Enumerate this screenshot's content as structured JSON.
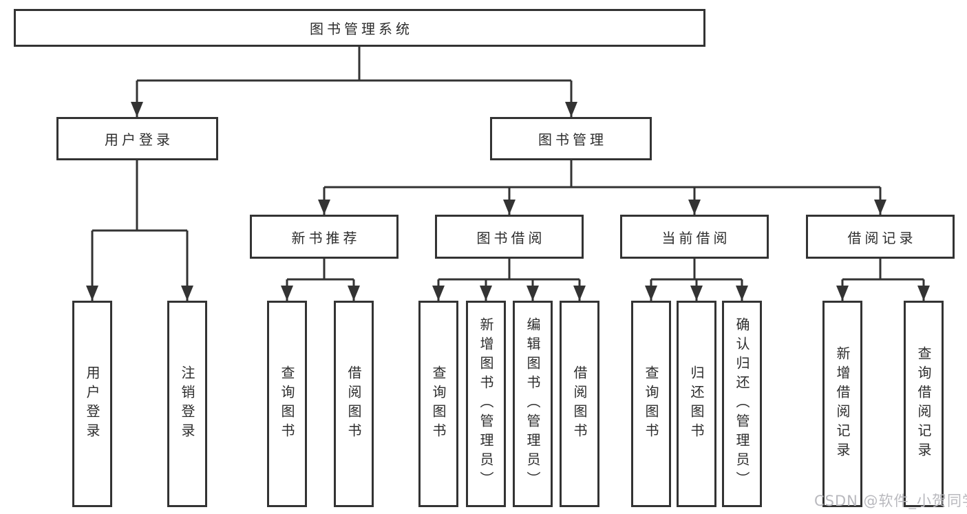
{
  "tree": {
    "label": "图书管理系统",
    "children": [
      {
        "label": "用户登录",
        "children": [
          {
            "label": "用户登录"
          },
          {
            "label": "注销登录"
          }
        ]
      },
      {
        "label": "图书管理",
        "children": [
          {
            "label": "新书推荐",
            "children": [
              {
                "label": "查询图书"
              },
              {
                "label": "借阅图书"
              }
            ]
          },
          {
            "label": "图书借阅",
            "children": [
              {
                "label": "查询图书"
              },
              {
                "label": "新增图书（管理员）"
              },
              {
                "label": "编辑图书（管理员）"
              },
              {
                "label": "借阅图书"
              }
            ]
          },
          {
            "label": "当前借阅",
            "children": [
              {
                "label": "查询图书"
              },
              {
                "label": "归还图书"
              },
              {
                "label": "确认归还（管理员）"
              }
            ]
          },
          {
            "label": "借阅记录",
            "children": [
              {
                "label": "新增借阅记录"
              },
              {
                "label": "查询借阅记录"
              }
            ]
          }
        ]
      }
    ]
  },
  "watermark": {
    "text": "CSDN @软件_小贺同学"
  },
  "colors": {
    "line": "#333333",
    "text": "#2d2d2d",
    "watermark": "#b9b9be"
  }
}
